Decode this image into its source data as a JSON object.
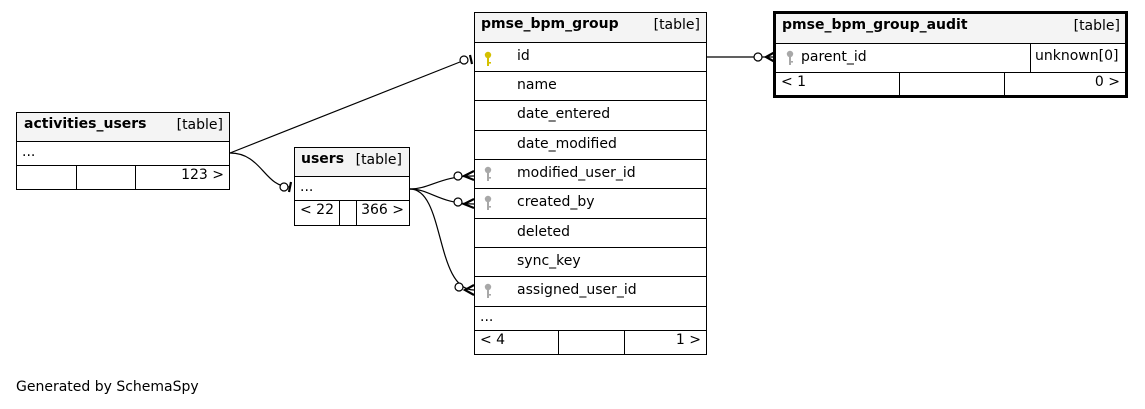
{
  "tables": {
    "activities_users": {
      "name": "activities_users",
      "kind": "[table]",
      "rows": [
        "..."
      ],
      "footer_right": "123 >"
    },
    "users": {
      "name": "users",
      "kind": "[table]",
      "rows": [
        "..."
      ],
      "footer_left": "< 22",
      "footer_right": "366 >"
    },
    "pmse_bpm_group": {
      "name": "pmse_bpm_group",
      "kind": "[table]",
      "columns": [
        {
          "name": "id",
          "key": "primary"
        },
        {
          "name": "name",
          "key": "none"
        },
        {
          "name": "date_entered",
          "key": "none"
        },
        {
          "name": "date_modified",
          "key": "none"
        },
        {
          "name": "modified_user_id",
          "key": "foreign"
        },
        {
          "name": "created_by",
          "key": "foreign"
        },
        {
          "name": "deleted",
          "key": "none"
        },
        {
          "name": "sync_key",
          "key": "none"
        },
        {
          "name": "assigned_user_id",
          "key": "foreign"
        }
      ],
      "more": "...",
      "footer_left": "< 4",
      "footer_right": "1 >"
    },
    "pmse_bpm_group_audit": {
      "name": "pmse_bpm_group_audit",
      "kind": "[table]",
      "columns": [
        {
          "name": "parent_id",
          "type": "unknown[0]",
          "key": "foreign"
        }
      ],
      "footer_left": "< 1",
      "footer_right": "0 >"
    }
  },
  "colors": {
    "primary_key": "#d4c000",
    "foreign_key": "#a8a8a8",
    "header_bg": "#f4f4f4"
  },
  "generated_by": "Generated by SchemaSpy"
}
